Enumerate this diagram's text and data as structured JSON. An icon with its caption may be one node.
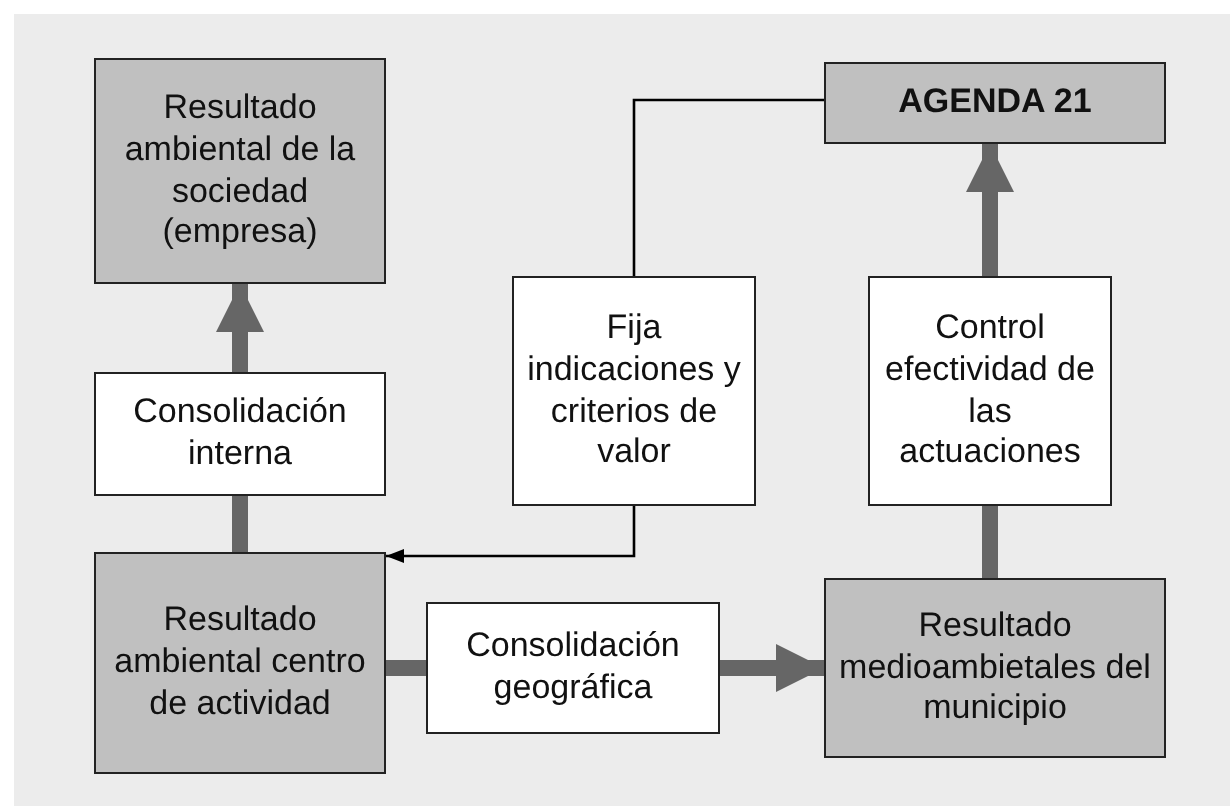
{
  "diagram": {
    "nodes": [
      {
        "text": [
          "Resultado ambiental de la sociedad (empresa)"
        ]
      },
      {
        "text": [
          "AGENDA 21"
        ]
      },
      {
        "text": [
          "Consolidación interna"
        ]
      },
      {
        "text": [
          "Fija indicaciones y criterios de valor"
        ]
      },
      {
        "text": [
          "Control efectividad de las actuaciones"
        ]
      },
      {
        "text": [
          "Resultado ambiental centro de actividad"
        ]
      },
      {
        "text": [
          "Consolidación geográfica"
        ]
      },
      {
        "text": [
          "Resultado medioambietales del municipio"
        ]
      }
    ],
    "edges": [
      {
        "from": 5,
        "to": 2,
        "arrow": "none"
      },
      {
        "from": 2,
        "to": 0,
        "arrow": "to"
      },
      {
        "from": 5,
        "to": 6,
        "arrow": "none"
      },
      {
        "from": 6,
        "to": 7,
        "arrow": "to"
      },
      {
        "from": 7,
        "to": 4,
        "arrow": "none"
      },
      {
        "from": 4,
        "to": 1,
        "arrow": "to"
      },
      {
        "from": 1,
        "to": 3,
        "arrow": "none",
        "color": "#000000"
      },
      {
        "from": 3,
        "to": 5,
        "arrow": "to",
        "color": "#000000"
      }
    ]
  }
}
